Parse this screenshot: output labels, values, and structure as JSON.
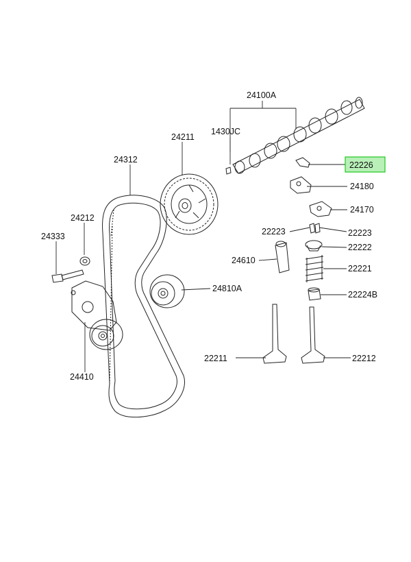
{
  "diagram": {
    "highlight_color": "#1ec81e",
    "parts": [
      {
        "id": "24100A",
        "name": "camshaft"
      },
      {
        "id": "1430JC",
        "name": "pin"
      },
      {
        "id": "22226",
        "name": "rocker-arm-clip",
        "highlighted": true
      },
      {
        "id": "24180",
        "name": "rocker-arm-a"
      },
      {
        "id": "24170",
        "name": "rocker-arm-b"
      },
      {
        "id": "22223",
        "name": "valve-cotter-left"
      },
      {
        "id": "22223",
        "name": "valve-cotter-right"
      },
      {
        "id": "22222",
        "name": "valve-spring-retainer"
      },
      {
        "id": "24610",
        "name": "lash-adjuster"
      },
      {
        "id": "22221",
        "name": "valve-spring"
      },
      {
        "id": "24810A",
        "name": "idler-pulley"
      },
      {
        "id": "22224B",
        "name": "valve-stem-seal"
      },
      {
        "id": "22211",
        "name": "intake-valve"
      },
      {
        "id": "22212",
        "name": "exhaust-valve"
      },
      {
        "id": "24211",
        "name": "camshaft-sprocket"
      },
      {
        "id": "24312",
        "name": "timing-belt"
      },
      {
        "id": "24212",
        "name": "washer"
      },
      {
        "id": "24333",
        "name": "bolt"
      },
      {
        "id": "24410",
        "name": "belt-tensioner"
      }
    ]
  }
}
